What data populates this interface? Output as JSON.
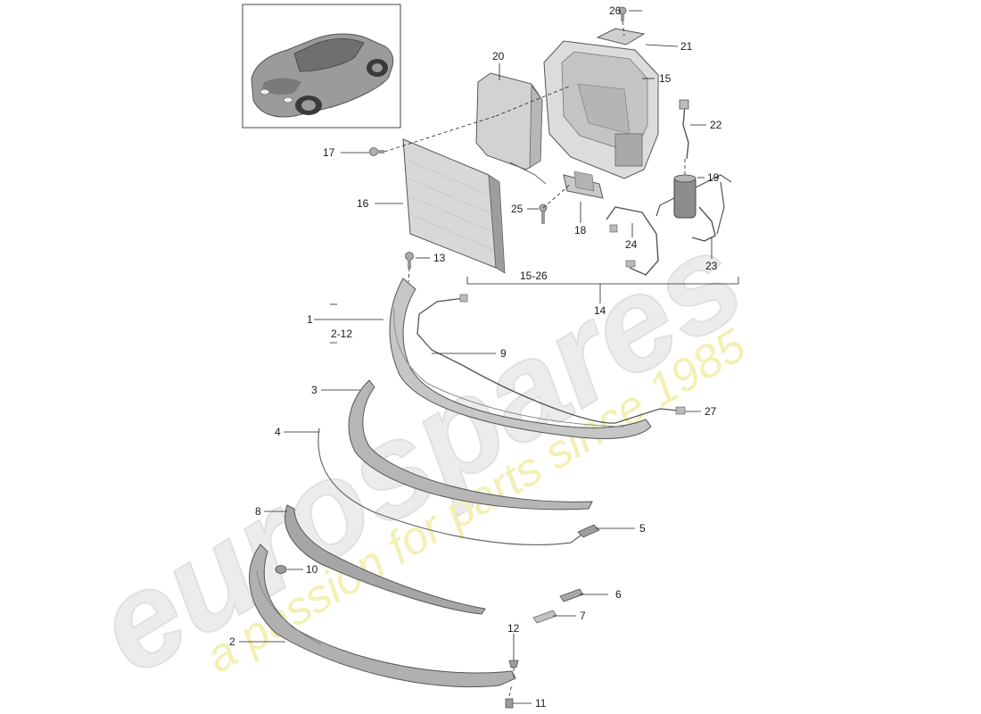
{
  "watermark": {
    "brand": "eurospares",
    "tagline": "a passion for parts since 1985",
    "brand_color": "#e9e9e9",
    "tagline_color": "#f4f1b8"
  },
  "colors": {
    "line": "#222222",
    "part_fill": "#d4d4d4",
    "part_dark": "#8a8a8a"
  },
  "thumbnail": {
    "icon": "car-icon"
  },
  "callouts": {
    "c1": "1",
    "c2": "2",
    "c3": "3",
    "c4": "4",
    "c5": "5",
    "c6": "6",
    "c7": "7",
    "c8": "8",
    "c9": "9",
    "c10": "10",
    "c11": "11",
    "c12": "12",
    "c13": "13",
    "c14": "14",
    "c15": "15",
    "c16": "16",
    "c17": "17",
    "c18": "18",
    "c19": "19",
    "c20": "20",
    "c21": "21",
    "c22": "22",
    "c23": "23",
    "c24": "24",
    "c25": "25",
    "c26": "26",
    "c27": "27",
    "range_2_12": "2-12",
    "range_15_26": "15-26"
  }
}
